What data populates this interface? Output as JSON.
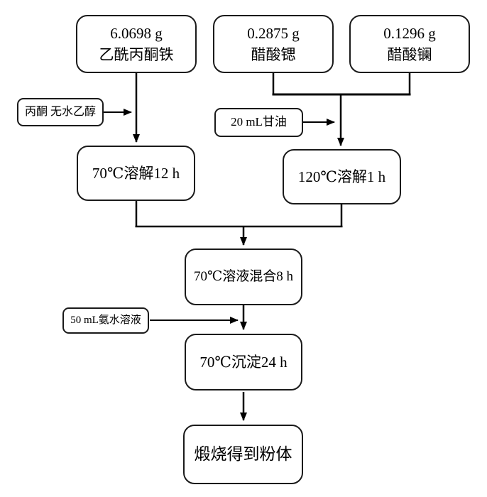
{
  "diagram": {
    "type": "flowchart",
    "language": "zh-CN",
    "colors": {
      "background": "#ffffff",
      "box_border": "#1a1a1a",
      "line": "#000000",
      "text": "#000000"
    },
    "nodes": {
      "iron": {
        "amount": "6.0698 g",
        "name": "乙酰丙酮铁"
      },
      "strontium": {
        "amount": "0.2875 g",
        "name": "醋酸锶"
      },
      "lanthanum": {
        "amount": "0.1296 g",
        "name": "醋酸镧"
      },
      "acetone_ethanol": {
        "label": "丙酮 无水乙醇"
      },
      "glycerol": {
        "label": "20 mL甘油"
      },
      "dissolve70": {
        "label": "70℃溶解12 h"
      },
      "dissolve120": {
        "label": "120℃溶解1 h"
      },
      "mix": {
        "label": "70℃溶液混合8 h"
      },
      "ammonia": {
        "label": "50 mL氨水溶液"
      },
      "precipitate": {
        "label": "70℃沉淀24 h"
      },
      "calcine": {
        "label": "煅烧得到粉体"
      }
    },
    "edges": [
      {
        "from": "iron",
        "to": "dissolve70",
        "style": "arrow"
      },
      {
        "from": "acetone_ethanol",
        "to": "iron->dissolve70 line",
        "style": "arrow"
      },
      {
        "from": "strontium",
        "to": "dissolve120",
        "style": "arrow",
        "note": "joins lanthanum via horizontal bar"
      },
      {
        "from": "lanthanum",
        "to": "dissolve120",
        "style": "arrow",
        "note": "joins strontium via horizontal bar"
      },
      {
        "from": "glycerol",
        "to": "strontium+lanthanum->dissolve120 line",
        "style": "arrow"
      },
      {
        "from": "dissolve70",
        "to": "mix",
        "style": "arrow",
        "note": "joins dissolve120 via horizontal bar"
      },
      {
        "from": "dissolve120",
        "to": "mix",
        "style": "arrow",
        "note": "joins dissolve70 via horizontal bar"
      },
      {
        "from": "mix",
        "to": "precipitate",
        "style": "arrow"
      },
      {
        "from": "ammonia",
        "to": "mix->precipitate line",
        "style": "arrow"
      },
      {
        "from": "precipitate",
        "to": "calcine",
        "style": "arrow"
      }
    ]
  }
}
